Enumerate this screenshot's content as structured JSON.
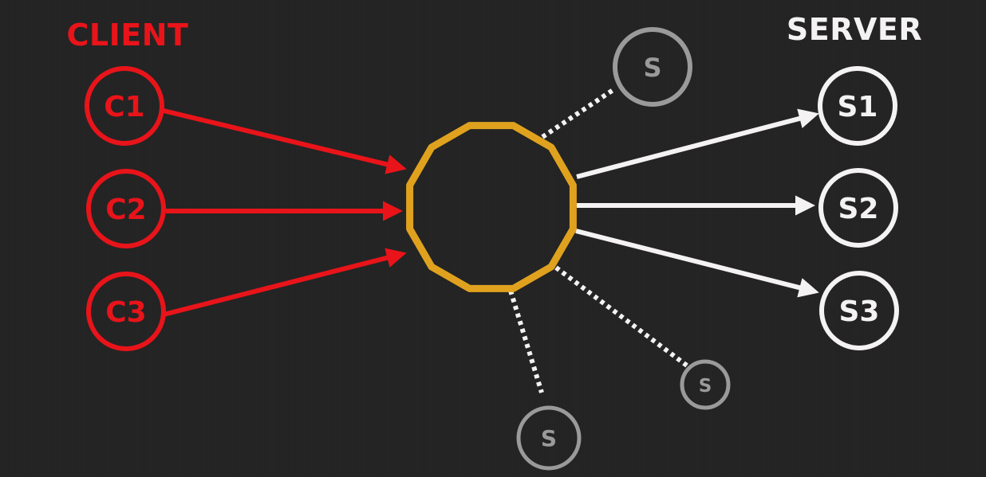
{
  "colors": {
    "background": "#232323",
    "client": "#e8141a",
    "server": "#f4f2f2",
    "balancer": "#e0a21e",
    "standby": "#9a9a9a"
  },
  "headings": {
    "client": "CLIENT",
    "server": "SERVER"
  },
  "clients": [
    {
      "label": "C1"
    },
    {
      "label": "C2"
    },
    {
      "label": "C3"
    }
  ],
  "servers": [
    {
      "label": "S1"
    },
    {
      "label": "S2"
    },
    {
      "label": "S3"
    }
  ],
  "standby_servers": [
    {
      "label": "S"
    },
    {
      "label": "S"
    },
    {
      "label": "S"
    }
  ],
  "hub": {
    "shape": "dodecagon",
    "icon": "load-balancer-icon"
  }
}
